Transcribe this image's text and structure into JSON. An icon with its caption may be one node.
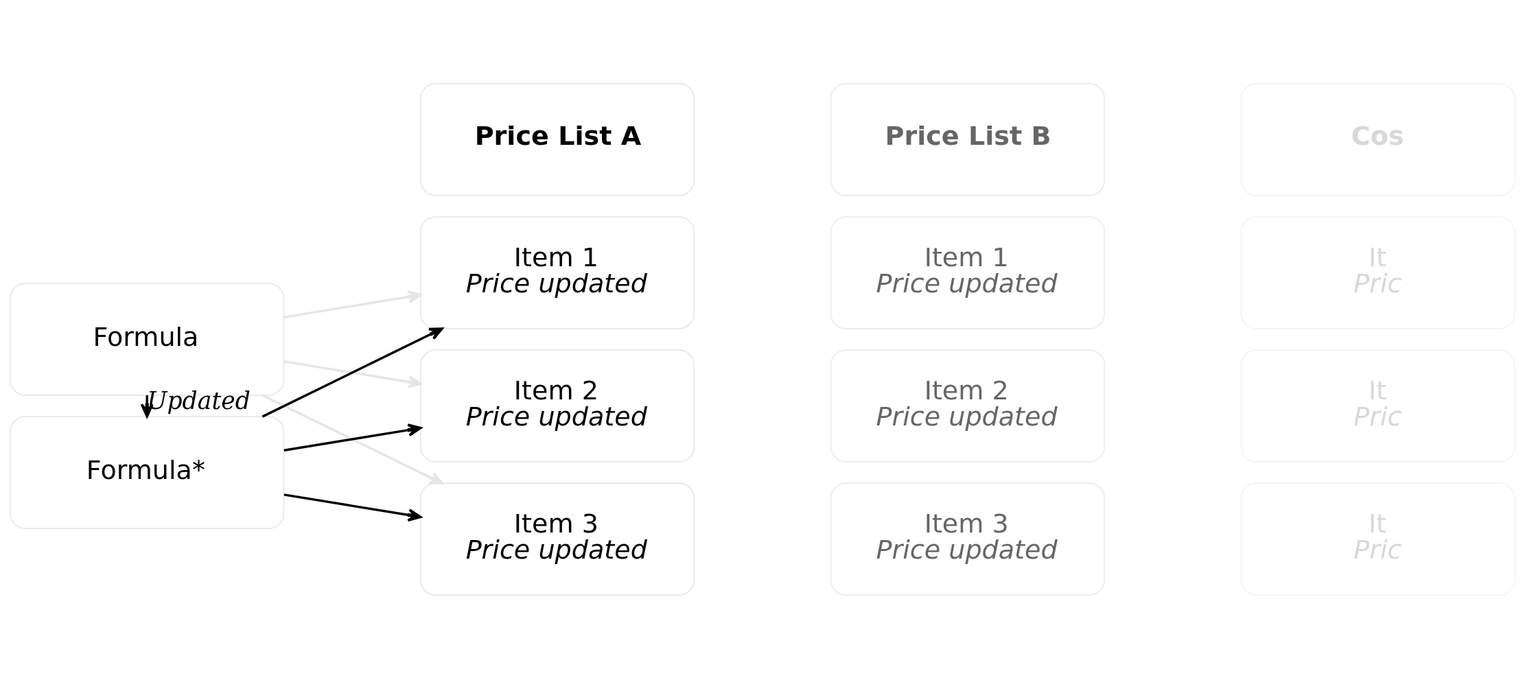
{
  "diagram": {
    "nodes": [
      {
        "text": [
          "Formula"
        ]
      },
      {
        "text": [
          "Formula*"
        ]
      },
      {
        "text": [
          "Price List A"
        ]
      },
      {
        "text": [
          "Item 1",
          "Price updated"
        ]
      },
      {
        "text": [
          "Item 2",
          "Price updated"
        ]
      },
      {
        "text": [
          "Item 3",
          "Price updated"
        ]
      },
      {
        "text": [
          "Price List B"
        ]
      },
      {
        "text": [
          "Item 1",
          "Price updated"
        ]
      },
      {
        "text": [
          "Item 2",
          "Price updated"
        ]
      },
      {
        "text": [
          "Item 3",
          "Price updated"
        ]
      },
      {
        "text": [
          "Cos"
        ]
      },
      {
        "text": [
          "It",
          "Pric"
        ]
      },
      {
        "text": [
          "It",
          "Pric"
        ]
      },
      {
        "text": [
          "It",
          "Pric"
        ]
      }
    ],
    "edges": [
      {
        "from": 0,
        "to": 1,
        "arrow": "to",
        "label": "Updated"
      },
      {
        "from": 0,
        "to": 3,
        "arrow": "to",
        "color": "#e6e6e6"
      },
      {
        "from": 0,
        "to": 4,
        "arrow": "to",
        "color": "#e6e6e6"
      },
      {
        "from": 0,
        "to": 5,
        "arrow": "to",
        "color": "#e6e6e6"
      },
      {
        "from": 1,
        "to": 3,
        "arrow": "to"
      },
      {
        "from": 1,
        "to": 4,
        "arrow": "to"
      },
      {
        "from": 1,
        "to": 5,
        "arrow": "to"
      }
    ]
  }
}
